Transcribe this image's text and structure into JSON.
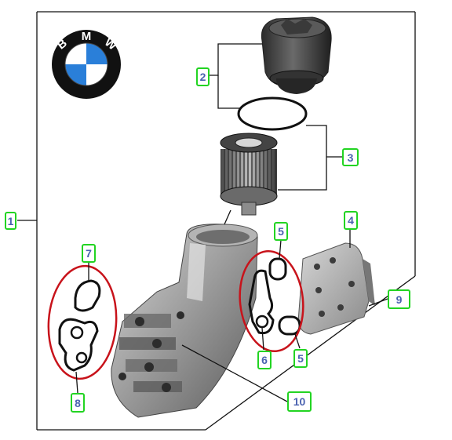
{
  "logo": {
    "brand": "BMW",
    "letters": [
      "B",
      "M",
      "W"
    ],
    "colors": {
      "ring": "#111111",
      "blue": "#2a7fd9",
      "white": "#ffffff"
    }
  },
  "callouts": [
    {
      "id": "1",
      "label": "1"
    },
    {
      "id": "2",
      "label": "2"
    },
    {
      "id": "3",
      "label": "3"
    },
    {
      "id": "4",
      "label": "4"
    },
    {
      "id": "5a",
      "label": "5"
    },
    {
      "id": "5b",
      "label": "5"
    },
    {
      "id": "6",
      "label": "6"
    },
    {
      "id": "7",
      "label": "7"
    },
    {
      "id": "8",
      "label": "8"
    },
    {
      "id": "9",
      "label": "9"
    },
    {
      "id": "10",
      "label": "10"
    }
  ],
  "colors": {
    "callout_border": "#22d422",
    "callout_text": "#4a62b0",
    "highlight_circle": "#c8131b",
    "line": "#111111",
    "part_dark": "#3a3a3a",
    "part_mid": "#8c8c8c",
    "part_light": "#c9c9c9"
  },
  "parts": {
    "1": "oil-filter-housing",
    "2": "oil-filter-cap-with-seal",
    "3": "oil-filter-element",
    "4": "oil-cooler",
    "5": "o-ring",
    "6": "gasket",
    "7": "gasket",
    "8": "gasket",
    "9": "screw",
    "10": "screw"
  }
}
